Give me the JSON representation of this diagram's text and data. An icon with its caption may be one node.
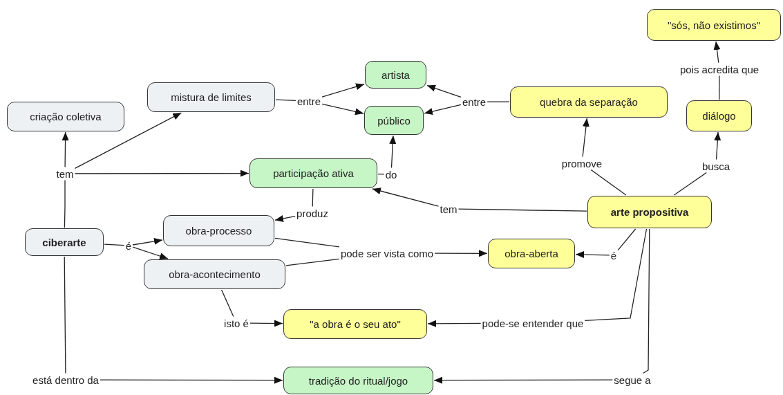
{
  "diagram": {
    "nodes": [
      {
        "text": [
          "\"sós, não existimos\""
        ]
      },
      {
        "text": [
          "artista"
        ]
      },
      {
        "text": [
          "público"
        ]
      },
      {
        "text": [
          "mistura de limites"
        ]
      },
      {
        "text": [
          "quebra da separação"
        ]
      },
      {
        "text": [
          "diálogo"
        ]
      },
      {
        "text": [
          "criação coletiva"
        ]
      },
      {
        "text": [
          "participação ativa"
        ]
      },
      {
        "text": [
          "arte propositiva"
        ]
      },
      {
        "text": [
          "obra-processo"
        ]
      },
      {
        "text": [
          "ciberarte"
        ]
      },
      {
        "text": [
          "obra-acontecimento"
        ]
      },
      {
        "text": [
          "obra-aberta"
        ]
      },
      {
        "text": [
          "\"a obra é o seu ato\""
        ]
      },
      {
        "text": [
          "tradição do ritual/jogo"
        ]
      },
      {
        "text": [
          "entre"
        ]
      },
      {
        "text": [
          "entre"
        ]
      },
      {
        "text": [
          "pois acredita que"
        ]
      },
      {
        "text": [
          "tem"
        ]
      },
      {
        "text": [
          "do"
        ]
      },
      {
        "text": [
          "promove"
        ]
      },
      {
        "text": [
          "busca"
        ]
      },
      {
        "text": [
          "produz"
        ]
      },
      {
        "text": [
          "tem"
        ]
      },
      {
        "text": [
          "é"
        ]
      },
      {
        "text": [
          "pode ser vista como"
        ]
      },
      {
        "text": [
          "é"
        ]
      },
      {
        "text": [
          "isto é"
        ]
      },
      {
        "text": [
          "pode-se entender que"
        ]
      },
      {
        "text": [
          "está dentro da"
        ]
      },
      {
        "text": [
          "segue a"
        ]
      }
    ],
    "edges": [
      {
        "from": 3,
        "to": 15,
        "arrow": "none"
      },
      {
        "from": 15,
        "to": 1,
        "arrow": "to"
      },
      {
        "from": 15,
        "to": 2,
        "arrow": "to"
      },
      {
        "from": 4,
        "to": 16,
        "arrow": "none"
      },
      {
        "from": 16,
        "to": 1,
        "arrow": "to"
      },
      {
        "from": 16,
        "to": 2,
        "arrow": "to"
      },
      {
        "from": 5,
        "to": 17,
        "arrow": "none"
      },
      {
        "from": 17,
        "to": 0,
        "arrow": "to"
      },
      {
        "from": 10,
        "to": 18,
        "arrow": "none"
      },
      {
        "from": 18,
        "to": 6,
        "arrow": "to"
      },
      {
        "from": 18,
        "to": 3,
        "arrow": "to"
      },
      {
        "from": 18,
        "to": 7,
        "arrow": "to"
      },
      {
        "from": 7,
        "to": 19,
        "arrow": "none"
      },
      {
        "from": 19,
        "to": 2,
        "arrow": "to"
      },
      {
        "from": 8,
        "to": 20,
        "arrow": "none"
      },
      {
        "from": 20,
        "to": 4,
        "arrow": "to"
      },
      {
        "from": 8,
        "to": 21,
        "arrow": "none"
      },
      {
        "from": 21,
        "to": 5,
        "arrow": "to"
      },
      {
        "from": 7,
        "to": 22,
        "arrow": "none"
      },
      {
        "from": 22,
        "to": 9,
        "arrow": "to"
      },
      {
        "from": 8,
        "to": 23,
        "arrow": "none"
      },
      {
        "from": 23,
        "to": 7,
        "arrow": "to"
      },
      {
        "from": 10,
        "to": 24,
        "arrow": "none"
      },
      {
        "from": 24,
        "to": 9,
        "arrow": "to"
      },
      {
        "from": 24,
        "to": 11,
        "arrow": "to"
      },
      {
        "from": 9,
        "to": 25,
        "arrow": "none"
      },
      {
        "from": 11,
        "to": 25,
        "arrow": "none"
      },
      {
        "from": 25,
        "to": 12,
        "arrow": "to"
      },
      {
        "from": 8,
        "to": 26,
        "arrow": "none"
      },
      {
        "from": 26,
        "to": 12,
        "arrow": "to"
      },
      {
        "from": 11,
        "to": 27,
        "arrow": "none"
      },
      {
        "from": 27,
        "to": 13,
        "arrow": "to"
      },
      {
        "from": 8,
        "to": 28,
        "arrow": "none"
      },
      {
        "from": 28,
        "to": 13,
        "arrow": "to"
      },
      {
        "from": 10,
        "to": 29,
        "arrow": "none"
      },
      {
        "from": 29,
        "to": 14,
        "arrow": "to"
      },
      {
        "from": 8,
        "to": 30,
        "arrow": "none"
      },
      {
        "from": 30,
        "to": 14,
        "arrow": "to"
      }
    ]
  }
}
